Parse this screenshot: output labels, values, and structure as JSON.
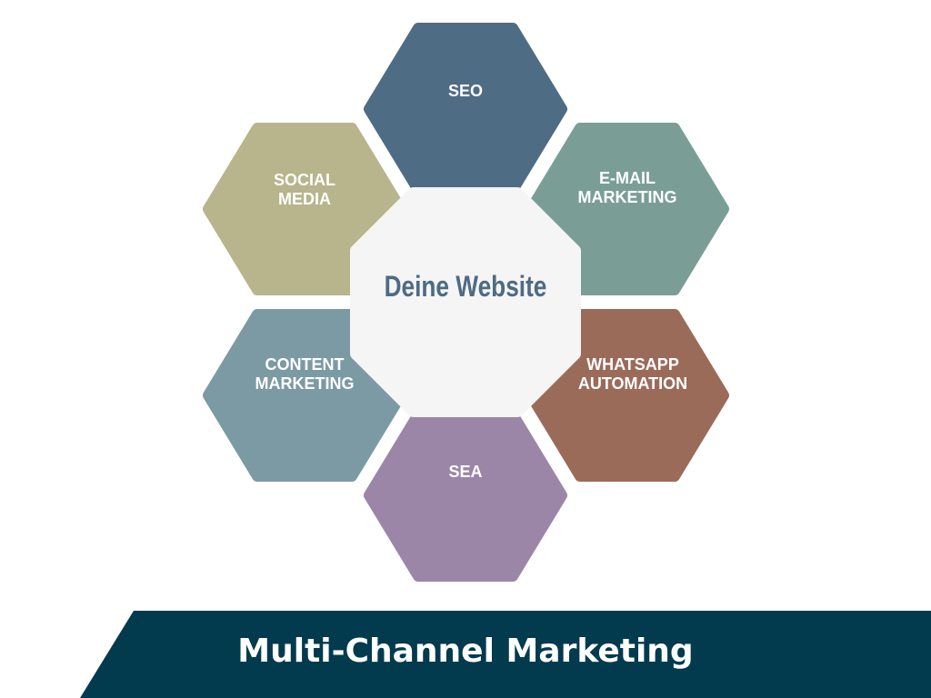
{
  "center": {
    "label": "Deine Website",
    "color": "#f5f5f5",
    "text_color": "#4e6b84"
  },
  "channels": [
    {
      "id": "seo",
      "lines": [
        "SEO"
      ],
      "color": "#4e6c84"
    },
    {
      "id": "social-media",
      "lines": [
        "SOCIAL",
        "MEDIA"
      ],
      "color": "#b8b48c"
    },
    {
      "id": "email-marketing",
      "lines": [
        "E-MAIL",
        "MARKETING"
      ],
      "color": "#7a9e96"
    },
    {
      "id": "content-marketing",
      "lines": [
        "CONTENT",
        "MARKETING"
      ],
      "color": "#7b9aa4"
    },
    {
      "id": "whatsapp-automation",
      "lines": [
        "WHATSAPP",
        "AUTOMATION"
      ],
      "color": "#9b6b5a"
    },
    {
      "id": "sea",
      "lines": [
        "SEA"
      ],
      "color": "#9b86a8"
    }
  ],
  "footer": {
    "title": "Multi-Channel Marketing",
    "color": "#023a4e"
  }
}
